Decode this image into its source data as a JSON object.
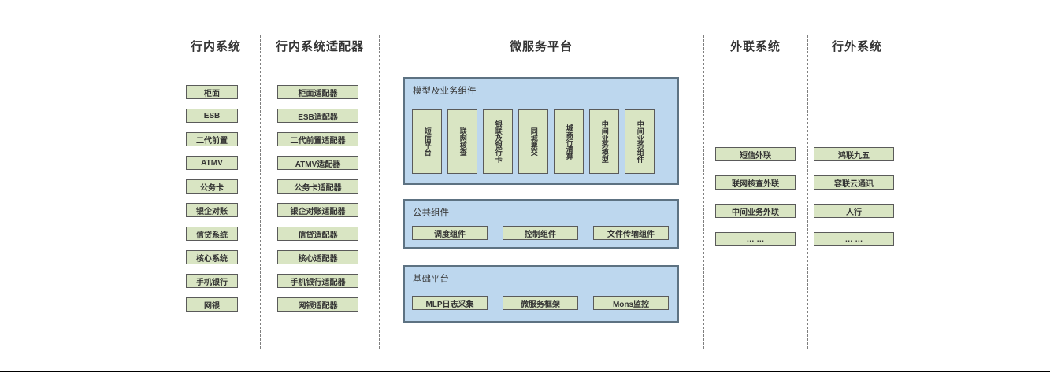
{
  "internal": {
    "title": "行内系统",
    "items": [
      "柜面",
      "ESB",
      "二代前置",
      "ATMV",
      "公务卡",
      "银企对账",
      "信贷系统",
      "核心系统",
      "手机银行",
      "网银"
    ]
  },
  "adapters": {
    "title": "行内系统适配器",
    "items": [
      "柜面适配器",
      "ESB适配器",
      "二代前置适配器",
      "ATMV适配器",
      "公务卡适配器",
      "银企对账适配器",
      "信贷适配器",
      "核心适配器",
      "手机银行适配器",
      "网银适配器"
    ]
  },
  "platform": {
    "title": "微服务平台",
    "groups": [
      {
        "title": "模型及业务组件",
        "orientation": "vertical",
        "items": [
          "短信平台",
          "联网核查",
          "银联及银行卡",
          "同城票交",
          "城商行清算",
          "中间业务模型",
          "中间业务组件"
        ]
      },
      {
        "title": "公共组件",
        "orientation": "horizontal",
        "items": [
          "调度组件",
          "控制组件",
          "文件传输组件"
        ]
      },
      {
        "title": "基础平台",
        "orientation": "horizontal",
        "items": [
          "MLP日志采集",
          "微服务框架",
          "Mons监控"
        ]
      }
    ]
  },
  "outreach": {
    "title": "外联系统",
    "items": [
      "短信外联",
      "联网核查外联",
      "中间业务外联",
      "… …"
    ]
  },
  "external": {
    "title": "行外系统",
    "items": [
      "鸿联九五",
      "容联云通讯",
      "人行",
      "… …"
    ]
  },
  "colors": {
    "box_green": "#d9e5c3",
    "panel_blue": "#bdd7ee",
    "box_border": "#5a5a5a",
    "panel_border": "#5d7282",
    "text": "#333333"
  }
}
